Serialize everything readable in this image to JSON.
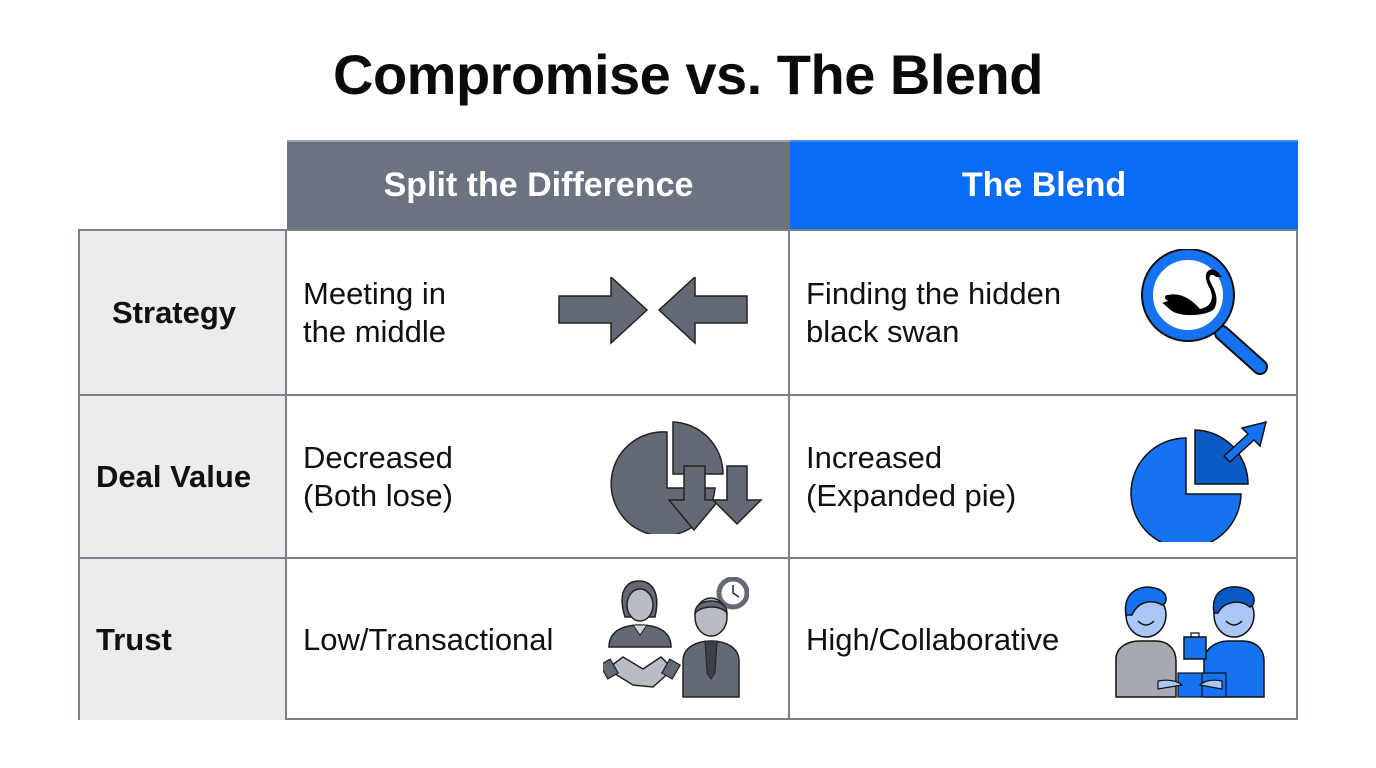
{
  "title": "Compromise vs. The Blend",
  "columns": [
    {
      "label": "Split the Difference",
      "color": "#6b7280"
    },
    {
      "label": "The Blend",
      "color": "#0a6cf5"
    }
  ],
  "rows": [
    {
      "label": "Strategy",
      "split": {
        "text": "Meeting in\nthe middle",
        "icon": "converging-arrows-icon"
      },
      "blend": {
        "text": "Finding the hidden\nblack swan",
        "icon": "magnifier-black-swan-icon"
      }
    },
    {
      "label": "Deal Value",
      "split": {
        "text": "Decreased\n(Both lose)",
        "icon": "shrinking-pie-icon"
      },
      "blend": {
        "text": "Increased\n(Expanded pie)",
        "icon": "expanding-pie-icon"
      }
    },
    {
      "label": "Trust",
      "split": {
        "text": "Low/Transactional",
        "icon": "transactional-handshake-icon"
      },
      "blend": {
        "text": "High/Collaborative",
        "icon": "collaborating-people-icon"
      }
    }
  ],
  "colors": {
    "gray_header": "#6b7280",
    "blue_header": "#0a6cf5",
    "label_bg": "#ececed",
    "border": "#7a808a",
    "icon_gray": "#646a75",
    "icon_blue": "#1572f0"
  }
}
